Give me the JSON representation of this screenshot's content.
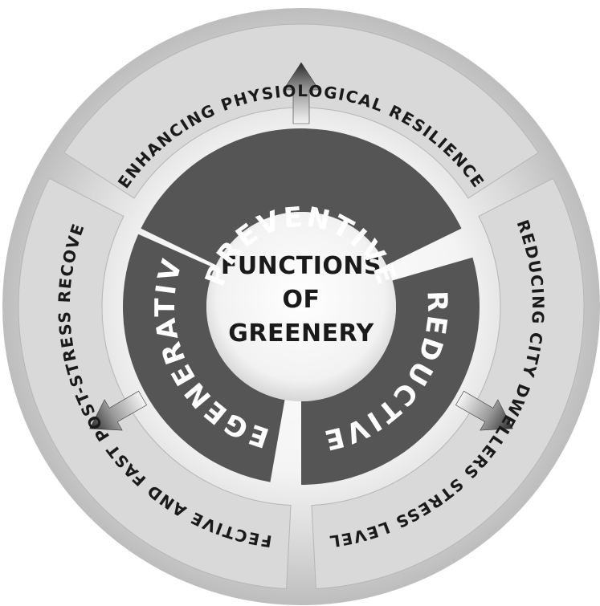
{
  "center": {
    "line1": "FUNCTIONS",
    "line2": "OF",
    "line3": "GREENERY"
  },
  "functions": {
    "preventive": "PREVENTIVE",
    "reductive": "REDUCTIVE",
    "regenerative": "REGENERATIVE"
  },
  "outcomes": {
    "top": "ENHANCING PHYSIOLOGICAL RESILIENCE",
    "right": "REDUCING CITY DWELLERS STRESS LEVEL",
    "left": "EFFECTIVE AND FAST POST-STRESS RECOVERY"
  },
  "colors": {
    "outer_ring": "#d9d9d9",
    "inner_ring": "#555555",
    "text_dark": "#1a1a1a",
    "text_light": "#ffffff"
  }
}
